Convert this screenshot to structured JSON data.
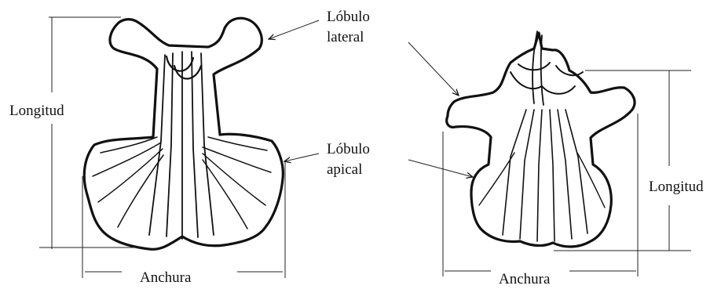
{
  "figure": {
    "labels": {
      "lateral_lobe": [
        "Lóbulo",
        "lateral"
      ],
      "apical_lobe": [
        "Lóbulo",
        "apical"
      ],
      "length_left": "Longitud",
      "length_right": "Longitud",
      "width_left": "Anchura",
      "width_right": "Anchura"
    }
  }
}
